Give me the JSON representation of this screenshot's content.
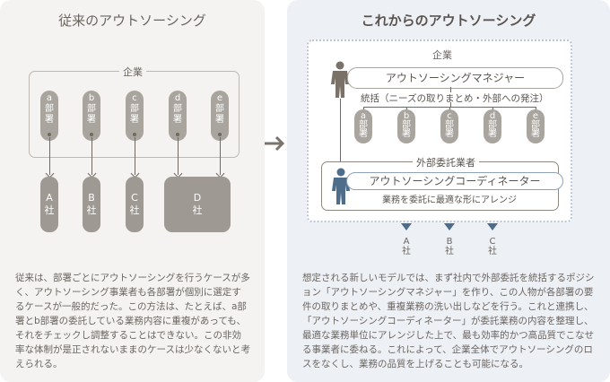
{
  "left": {
    "title": "従来のアウトソーシング",
    "corp_label": "企業",
    "departments": [
      {
        "letter": "a",
        "label1": "部",
        "label2": "署"
      },
      {
        "letter": "b",
        "label1": "部",
        "label2": "署"
      },
      {
        "letter": "c",
        "label1": "部",
        "label2": "署"
      },
      {
        "letter": "d",
        "label1": "部",
        "label2": "署"
      },
      {
        "letter": "e",
        "label1": "部",
        "label2": "署"
      }
    ],
    "companies": [
      {
        "letter": "A",
        "suffix": "社"
      },
      {
        "letter": "B",
        "suffix": "社"
      },
      {
        "letter": "C",
        "suffix": "社"
      },
      {
        "letter": "D",
        "suffix": "社"
      }
    ],
    "description": "従来は、部署ごとにアウトソーシングを行うケースが多く、アウトソーシング事業者も各部署が個別に選定するケースが一般的だった。この方法は、たとえば、a部署とb部署の委託している業務内容に重複があっても、それをチェックし調整することはできない。この非効率な体制が是正されないままのケースは少なくないと考えられる。"
  },
  "arrow_icon": "right-arrow",
  "right": {
    "title": "これからのアウトソーシング",
    "corp_label": "企業",
    "manager_label": "アウトソーシングマネジャー",
    "oversight_label": "統括（ニーズの取りまとめ・外部への発注）",
    "departments": [
      {
        "letter": "a",
        "label1": "部",
        "label2": "署"
      },
      {
        "letter": "b",
        "label1": "部",
        "label2": "署"
      },
      {
        "letter": "c",
        "label1": "部",
        "label2": "署"
      },
      {
        "letter": "d",
        "label1": "部",
        "label2": "署"
      },
      {
        "letter": "e",
        "label1": "部",
        "label2": "署"
      }
    ],
    "vendor_label": "外部委託業者",
    "coordinator_label": "アウトソーシングコーディネーター",
    "coordinator_sub": "業務を委託に最適な形にアレンジ",
    "companies": [
      {
        "letter": "A",
        "suffix": "社"
      },
      {
        "letter": "B",
        "suffix": "社"
      },
      {
        "letter": "C",
        "suffix": "社"
      }
    ],
    "description": "想定される新しいモデルでは、まず社内で外部委託を統括するポジション「アウトソーシングマネジャー」を作り、この人物が各部署の要件の取りまとめや、重複業務の洗い出しなどを行う。これと連携し、「アウトソーシングコーディネーター」が委託業務の内容を整理し、最適な業務単位にアレンジした上で、最も効率的かつ高品質でこなせる事業者に委ねる。これによって、企業全体でアウトソーシングのロスをなくし、業務の品質を上げることも可能になる。"
  },
  "colors": {
    "left_bg": "#f4f3f1",
    "right_bg": "#edf0f5",
    "gray_block": "#9e9993",
    "manager_figure": "#7a7168",
    "coordinator_figure": "#4e6d8a"
  }
}
